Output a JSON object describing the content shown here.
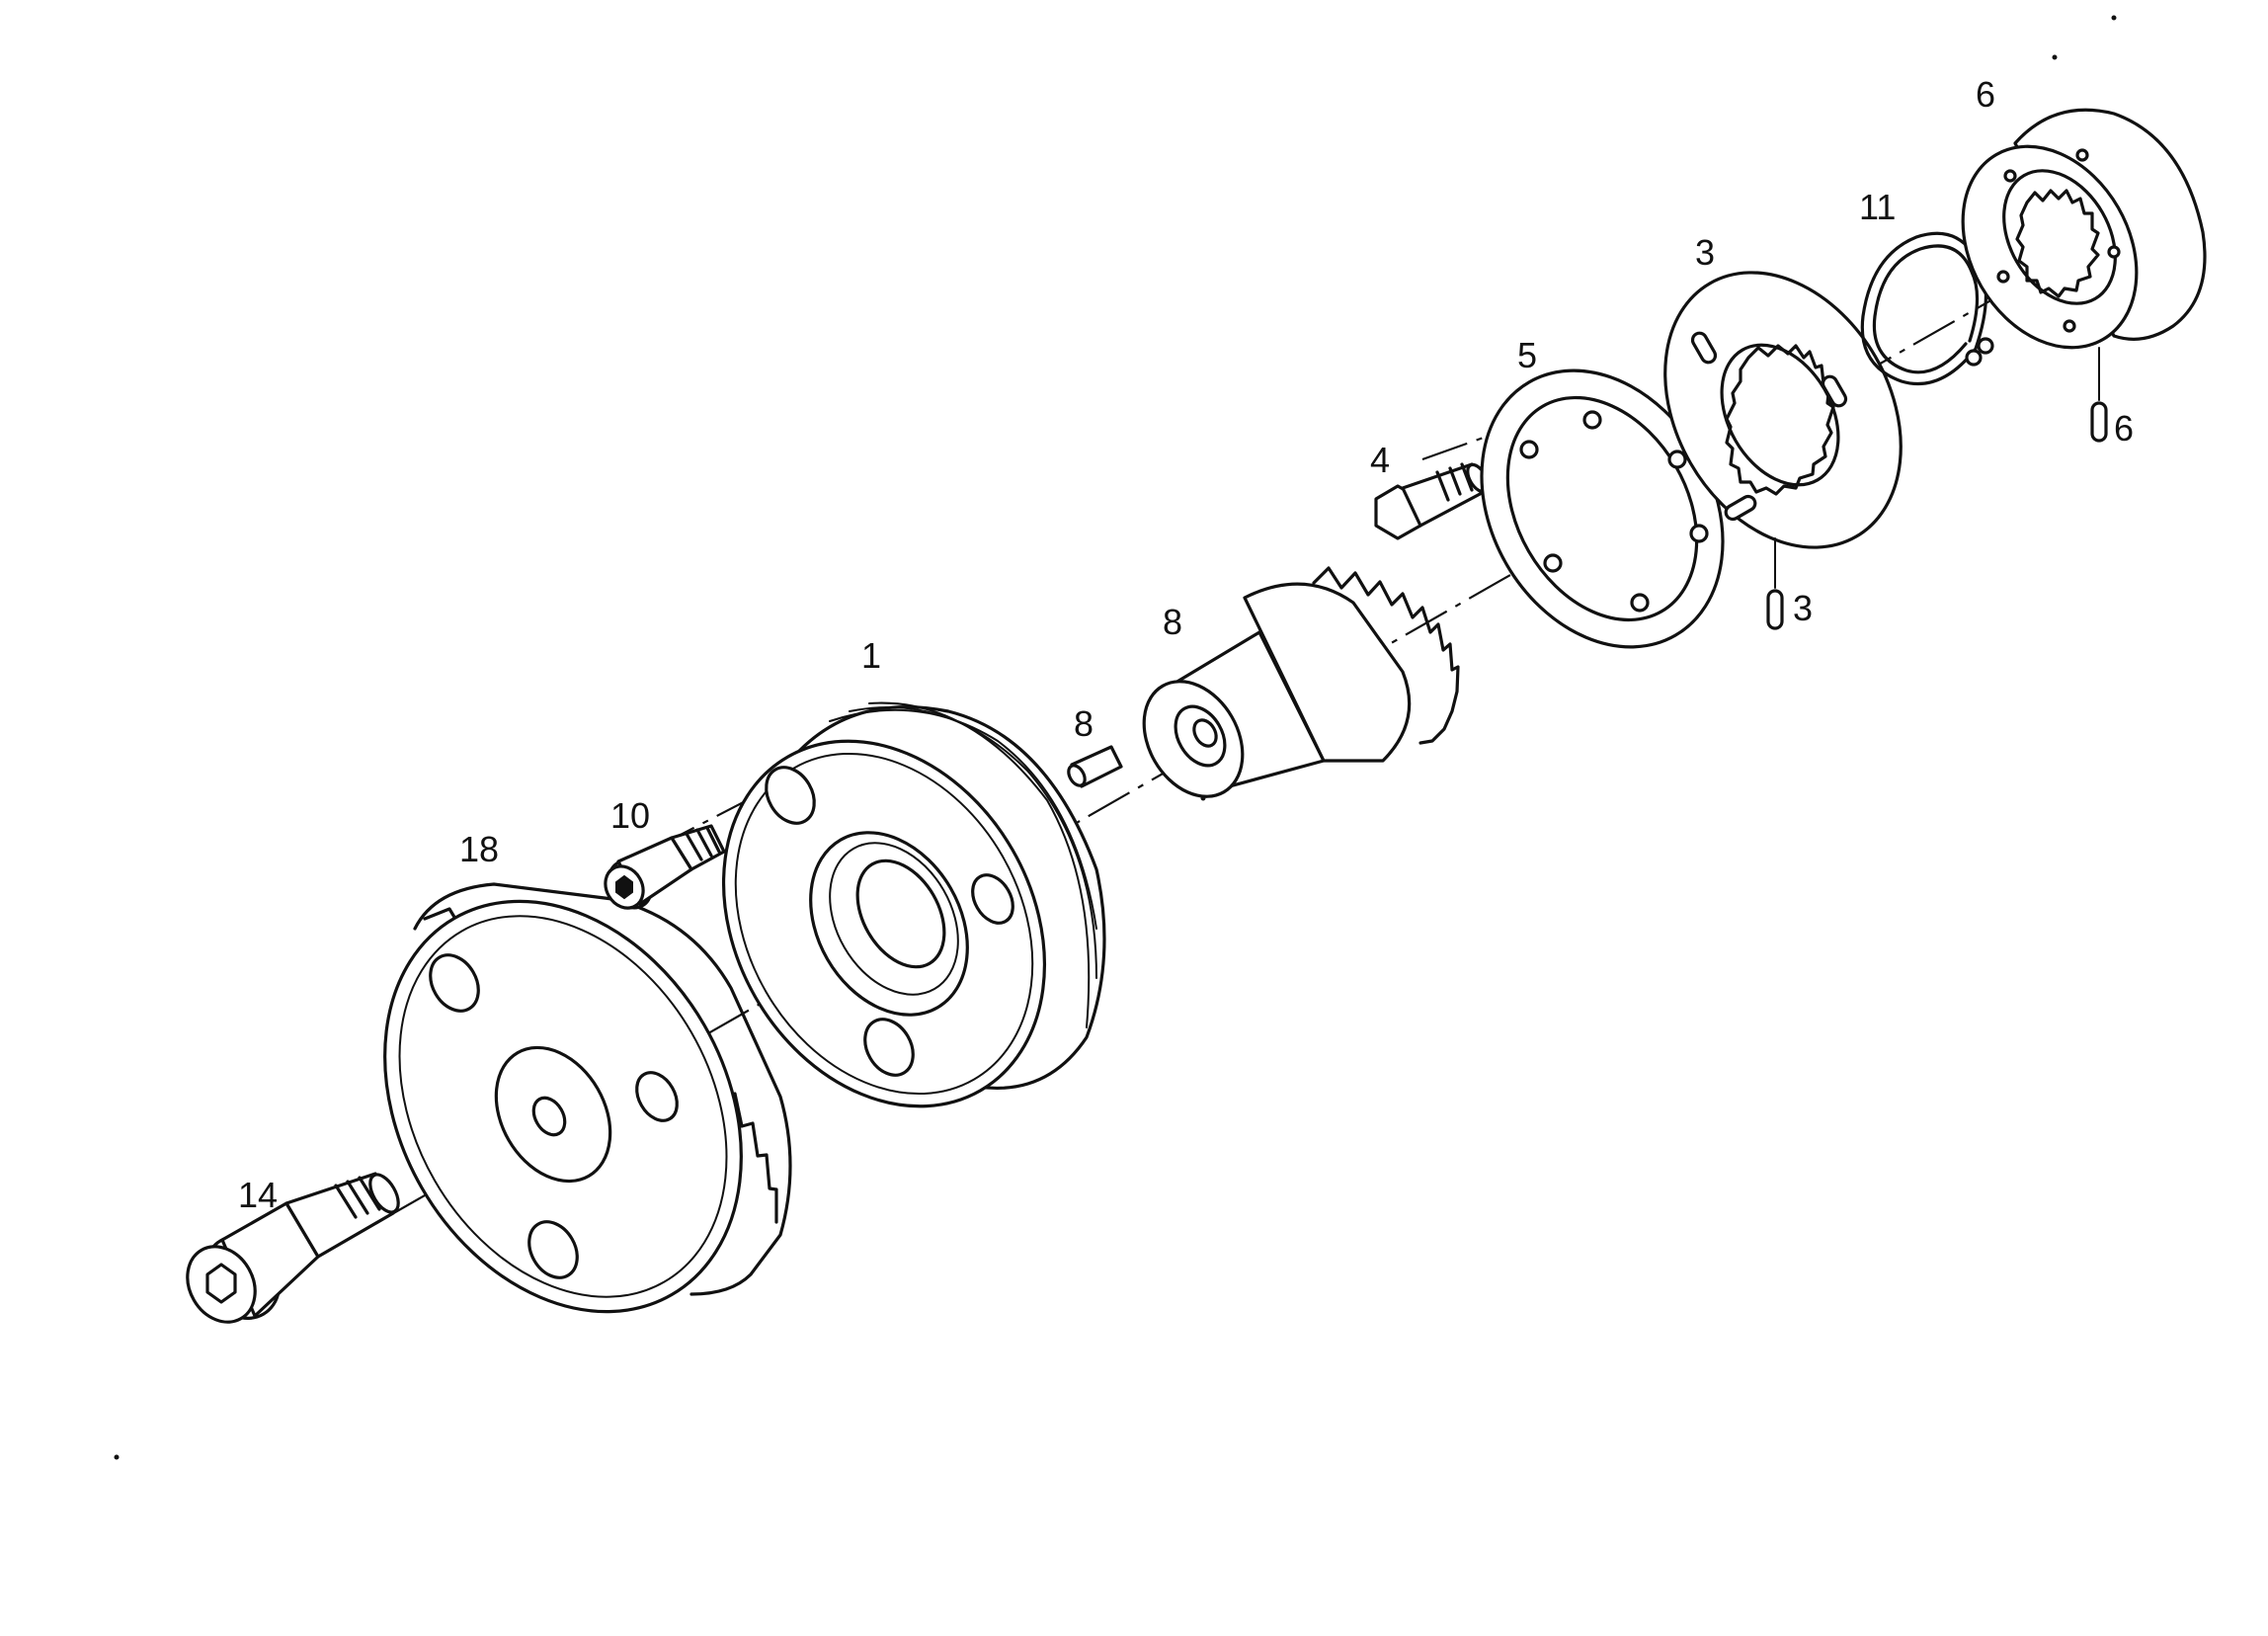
{
  "diagram": {
    "callouts": {
      "p1": "1",
      "p3_plate": "3",
      "p3_pin": "3",
      "p4": "4",
      "p5": "5",
      "p6_ring": "6",
      "p6_pin": "6",
      "p8_gear": "8",
      "p8_pin": "8",
      "p10": "10",
      "p11": "11",
      "p14": "14",
      "p18": "18"
    }
  }
}
